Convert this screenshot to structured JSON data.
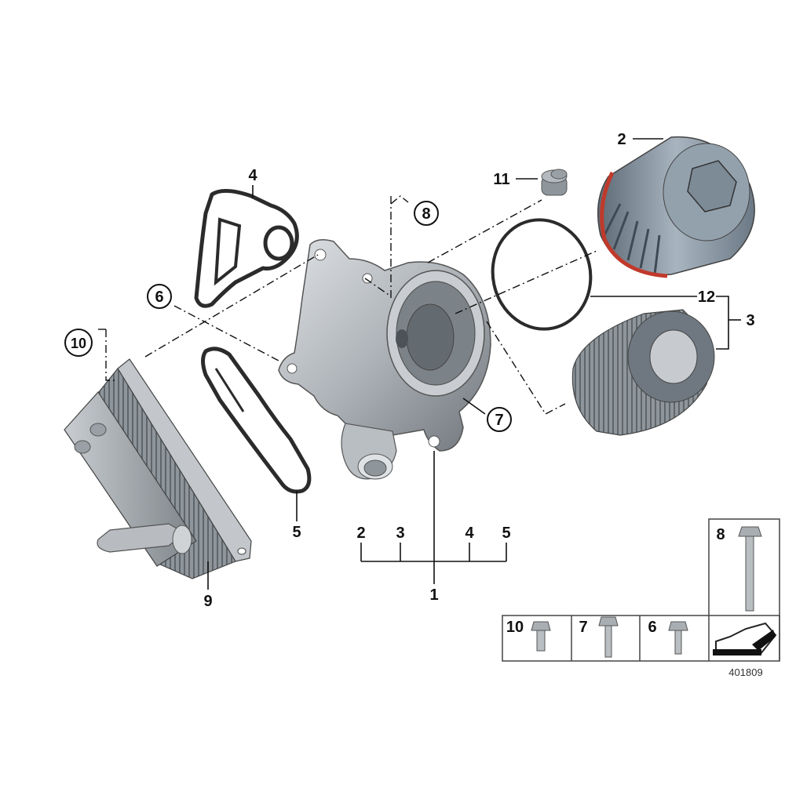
{
  "callouts": {
    "c1": "1",
    "c2": "2",
    "c3": "3",
    "c4": "4",
    "c5": "5",
    "c6": "6",
    "c7": "7",
    "c8": "8",
    "c9": "9",
    "c10": "10",
    "c11": "11",
    "c12": "12"
  },
  "assembly_breakdown": {
    "a2": "2",
    "a3": "3",
    "a4": "4",
    "a5": "5"
  },
  "hardware_box": {
    "b8": "8",
    "b10": "10",
    "b7": "7",
    "b6": "6"
  },
  "diagram_id": "401809",
  "colors": {
    "metal": "#a9adb1",
    "metal_dark": "#6f757b",
    "gasket": "#3a3a3a",
    "seal_red": "#c0392b",
    "cap_blue": "#8796a3"
  }
}
